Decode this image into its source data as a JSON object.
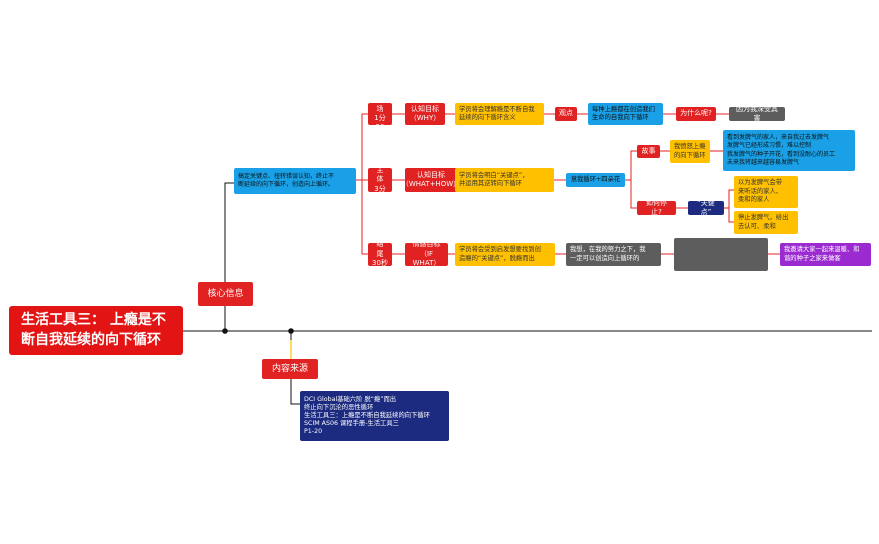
{
  "root": {
    "title": "生活工具三： 上瘾是不\n断自我延续的向下循环"
  },
  "branches": {
    "core": "核心信息",
    "source": "内容来源"
  },
  "core_summary": "搞定关键点、扭转错误认知，终止不\n断延续的向下循环，创造向上循环。",
  "sections": {
    "open": {
      "stage": "开 场\n1分30",
      "goal": "认知目标\n（WHY）",
      "desc": "学员将会理解瘾是不断自我\n延续的向下循环含义",
      "point": "观点",
      "view": "每种上瘾都在创造我们\n生命的自我向下循环",
      "why": "为什么呢?",
      "reason": "因为我深受其害"
    },
    "body": {
      "stage": "主 体\n3分",
      "goal": "认知目标\n（WHAT+HOW）",
      "desc": "学员将会明白“关键点”，\n并运用其逆转向下循环",
      "tool": "意我循环+四朵花",
      "story": "故事",
      "story_sub": "我愤怒上瘾\n的向下循环",
      "story_detail": "看到发脾气的家人，来自我过去发脾气\n发脾气已经形成习惯，难以控制\n我发脾气的种子开花，看到没耐心的员工\n未来我将越来越容易发脾气",
      "stop": "如何停止?",
      "key": "“关键点”",
      "key_a": "以为发脾气会带\n来听话的家人、\n柔和的家人",
      "key_b": "停止发脾气，给出\n去认可、柔和"
    },
    "end": {
      "stage": "结 尾\n30秒",
      "goal": "情感目标\n（IF WHAT）",
      "desc": "学员将会受到启发想要找到创\n造瘾的“关键点”，脱瘾而出",
      "hope": "我想，在我的努力之下，我\n一定可以创造向上循环的",
      "blank": "",
      "invite": "我邀请大家一起来温暖、和\n谐的种子之家来做客"
    }
  },
  "source_info": "DCI Global基础六阶 脱“瘾”而出\n终止向下沉沦的恶性循环\n生活工具三：上瘾是不断自我延续的向下循环\nSCIM AS06 课程手册-生活工具三\nP1-20",
  "colors": {
    "red": "#e02222",
    "yellow": "#ffc000",
    "blue": "#19a0e6",
    "gray": "#5d5d5d",
    "purple": "#9b2bd1",
    "navy": "#1c2b80"
  }
}
